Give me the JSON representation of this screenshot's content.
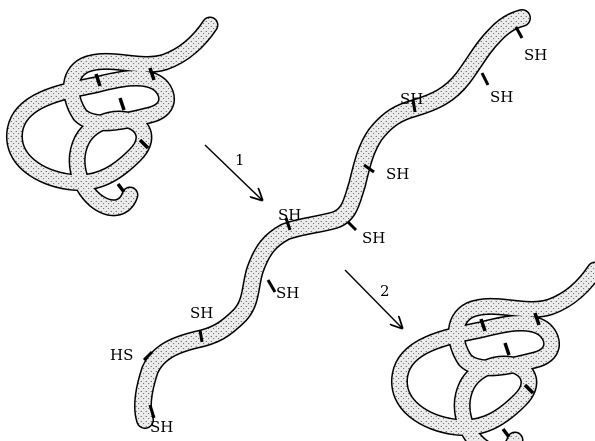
{
  "diagram": {
    "colors": {
      "background": "#ffffff",
      "strand_fill": "#e9e9e9",
      "strand_outline": "#000000",
      "stipple": "#333333"
    },
    "arrows": [
      {
        "label": "1"
      },
      {
        "label": "2"
      }
    ],
    "sh_labels": [
      "SH",
      "SH",
      "SH",
      "SH",
      "SH",
      "SH",
      "SH",
      "SH",
      "SH"
    ],
    "hs_label": "HS"
  }
}
